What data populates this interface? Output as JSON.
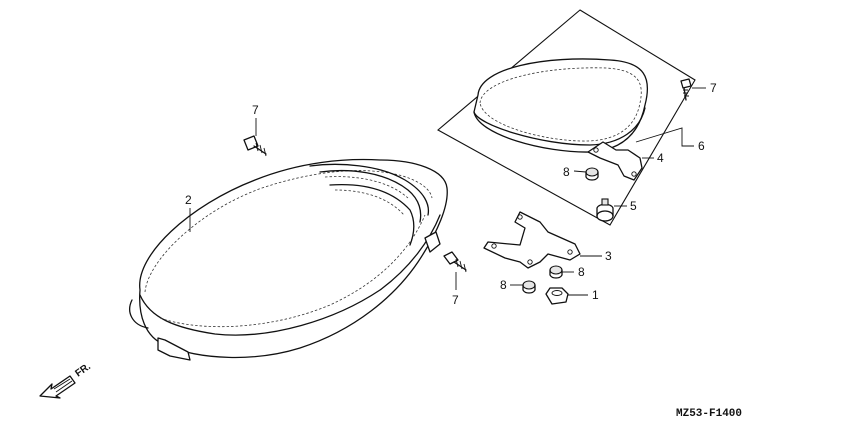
{
  "callouts": {
    "c1": "1",
    "c2": "2",
    "c3": "3",
    "c4": "4",
    "c5": "5",
    "c6": "6",
    "c7a": "7",
    "c7b": "7",
    "c7c": "7",
    "c8a": "8",
    "c8b": "8",
    "c8c": "8"
  },
  "direction": {
    "label": "FR."
  },
  "diagram_code": "MZ53-F1400",
  "icons": {
    "front_arrow": "arrow-icon"
  }
}
